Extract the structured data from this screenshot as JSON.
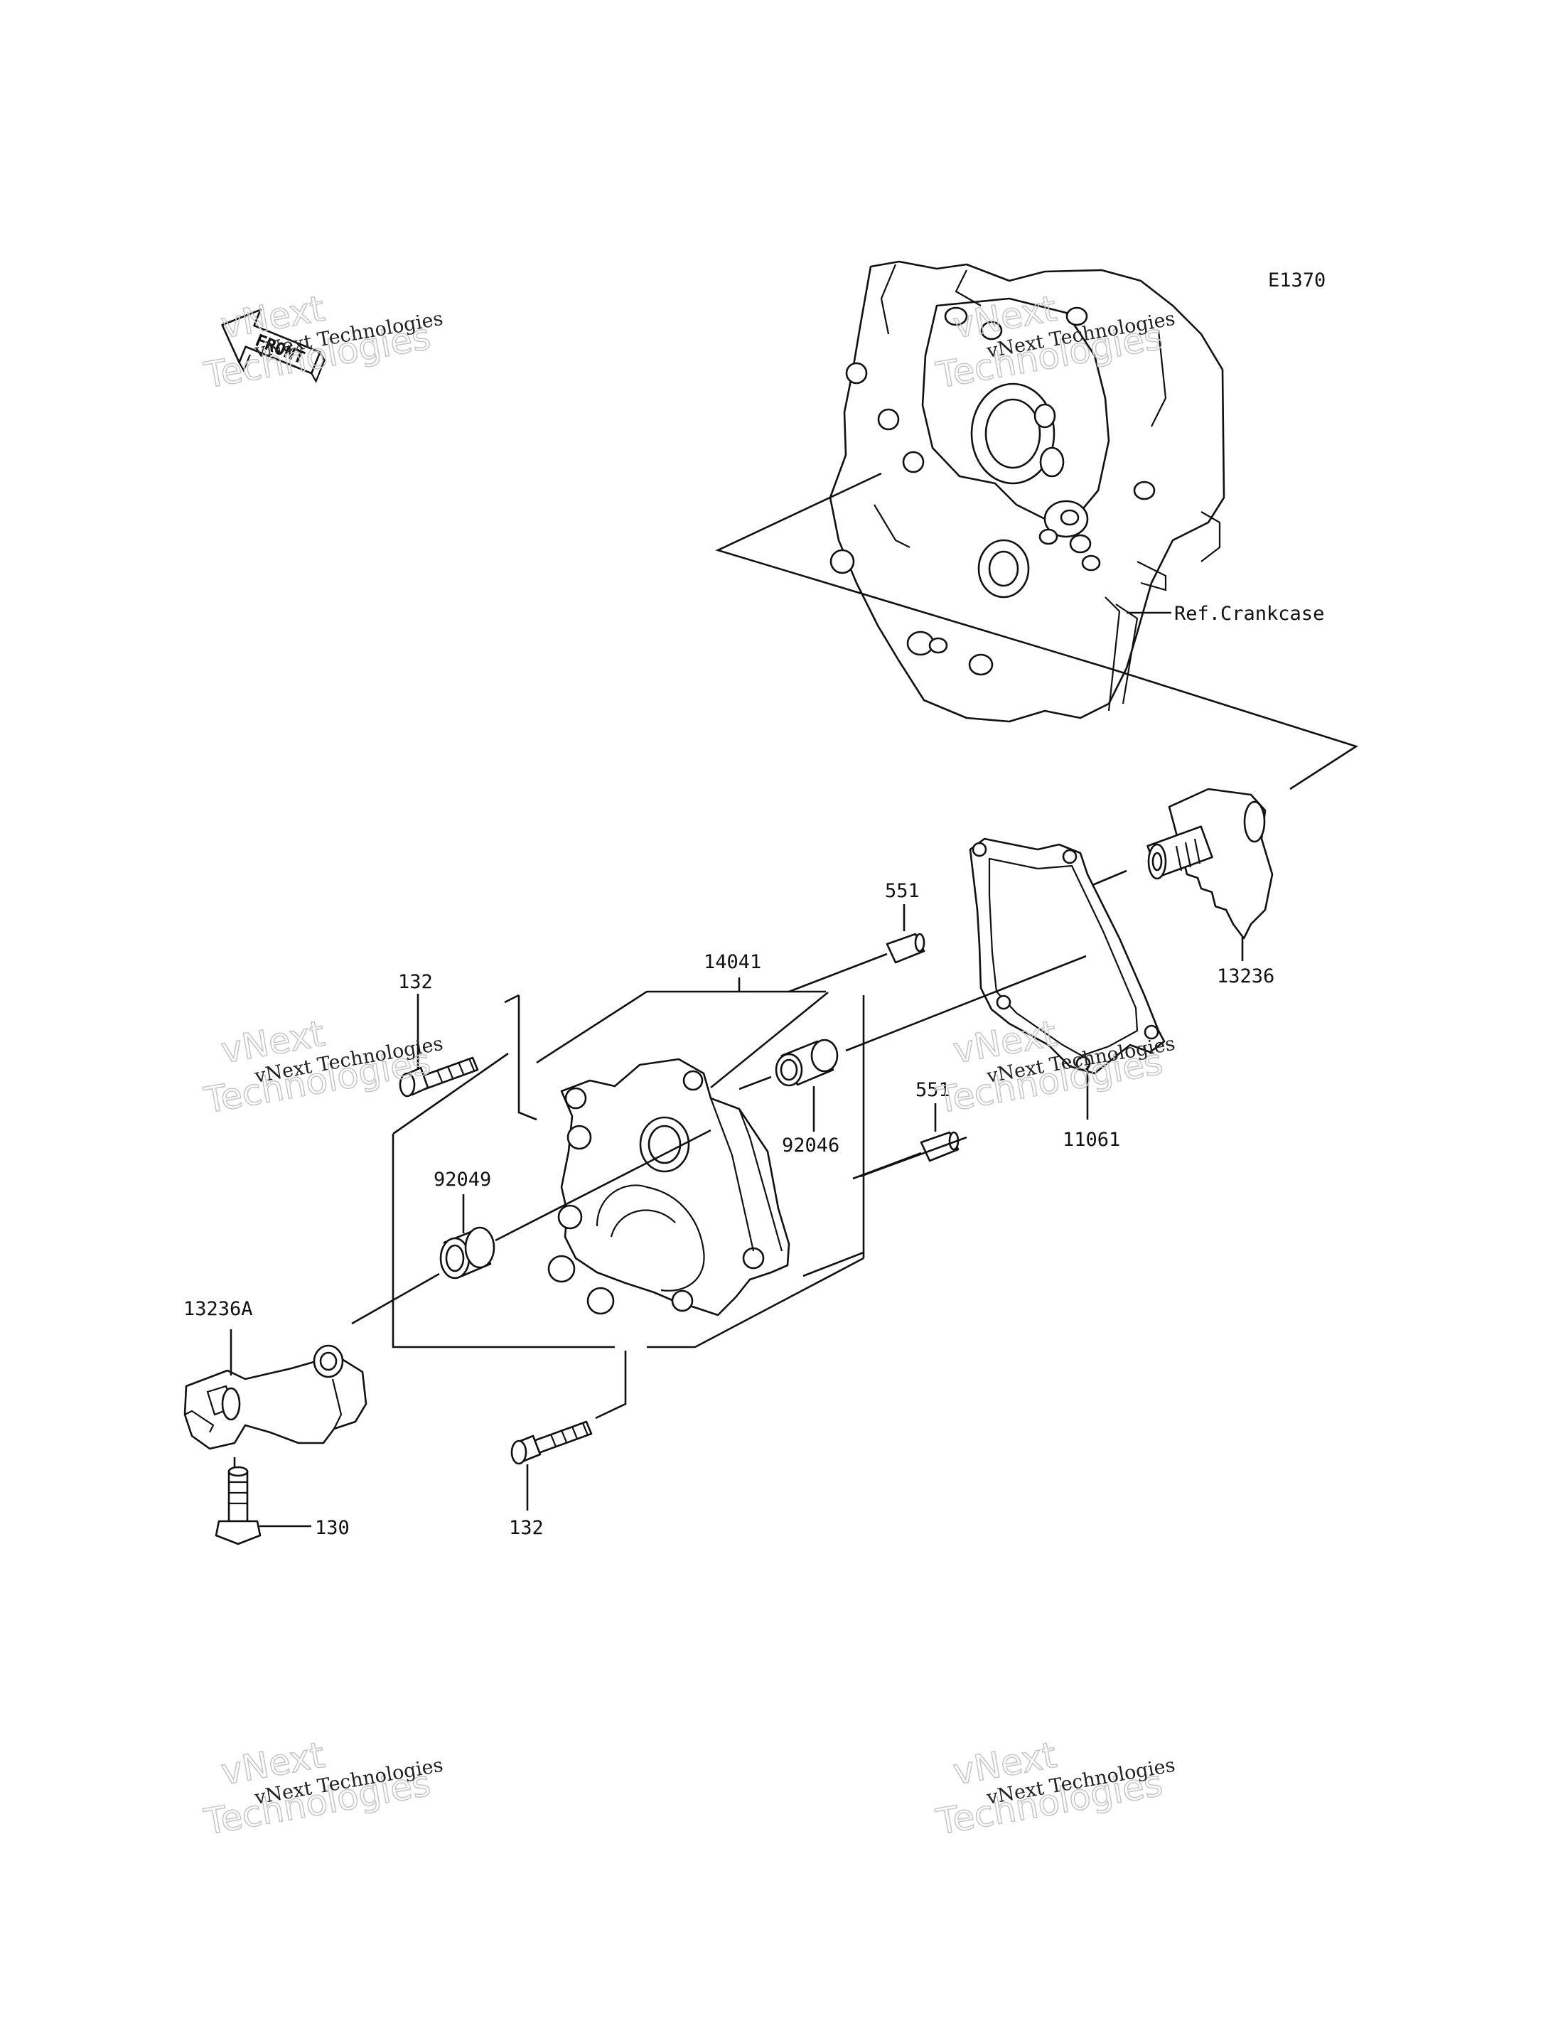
{
  "diagram": {
    "code": "E1370",
    "reference": "Ref.Crankcase",
    "front_arrow": "FRONT",
    "watermark": {
      "line1": "vNext Technologies",
      "line2": "vNext Technologies"
    },
    "labels": {
      "p551_top": "551",
      "p551_mid": "551",
      "p14041": "14041",
      "p132_top": "132",
      "p132_bottom": "132",
      "p92046": "92046",
      "p92049": "92049",
      "p11061": "11061",
      "p13236": "13236",
      "p13236A": "13236A",
      "p130": "130"
    }
  }
}
